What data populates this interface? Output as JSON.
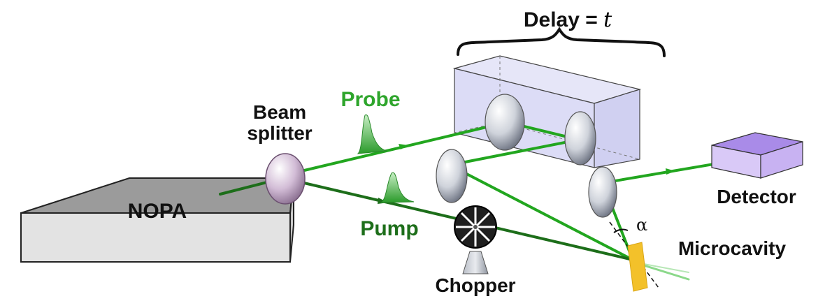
{
  "labels": {
    "delay": "Delay = ",
    "delay_var": "t",
    "probe": "Probe",
    "pump": "Pump",
    "beam_splitter_line1": "Beam",
    "beam_splitter_line2": "splitter",
    "nopa": "NOPA",
    "chopper": "Chopper",
    "detector": "Detector",
    "microcavity": "Microcavity",
    "angle": "α"
  },
  "colors": {
    "beam_green": "#22a61f",
    "dark_beam_green": "#1d6e1a",
    "label_green": "#2ea52c",
    "nopa_top": "#9b9b9b",
    "nopa_side": "#e3e3e3",
    "delay_box": "#d6d6f4",
    "detector_top": "#a98be8",
    "detector_side": "#d9c9f7",
    "microcavity": "#f3c12a",
    "text": "#111111"
  },
  "icons": {
    "beam_splitter": "round-lens-icon",
    "mirrors": "mirror-disc-icon",
    "chopper": "chopper-wheel-icon",
    "pulse": "pulse-shape-icon"
  }
}
